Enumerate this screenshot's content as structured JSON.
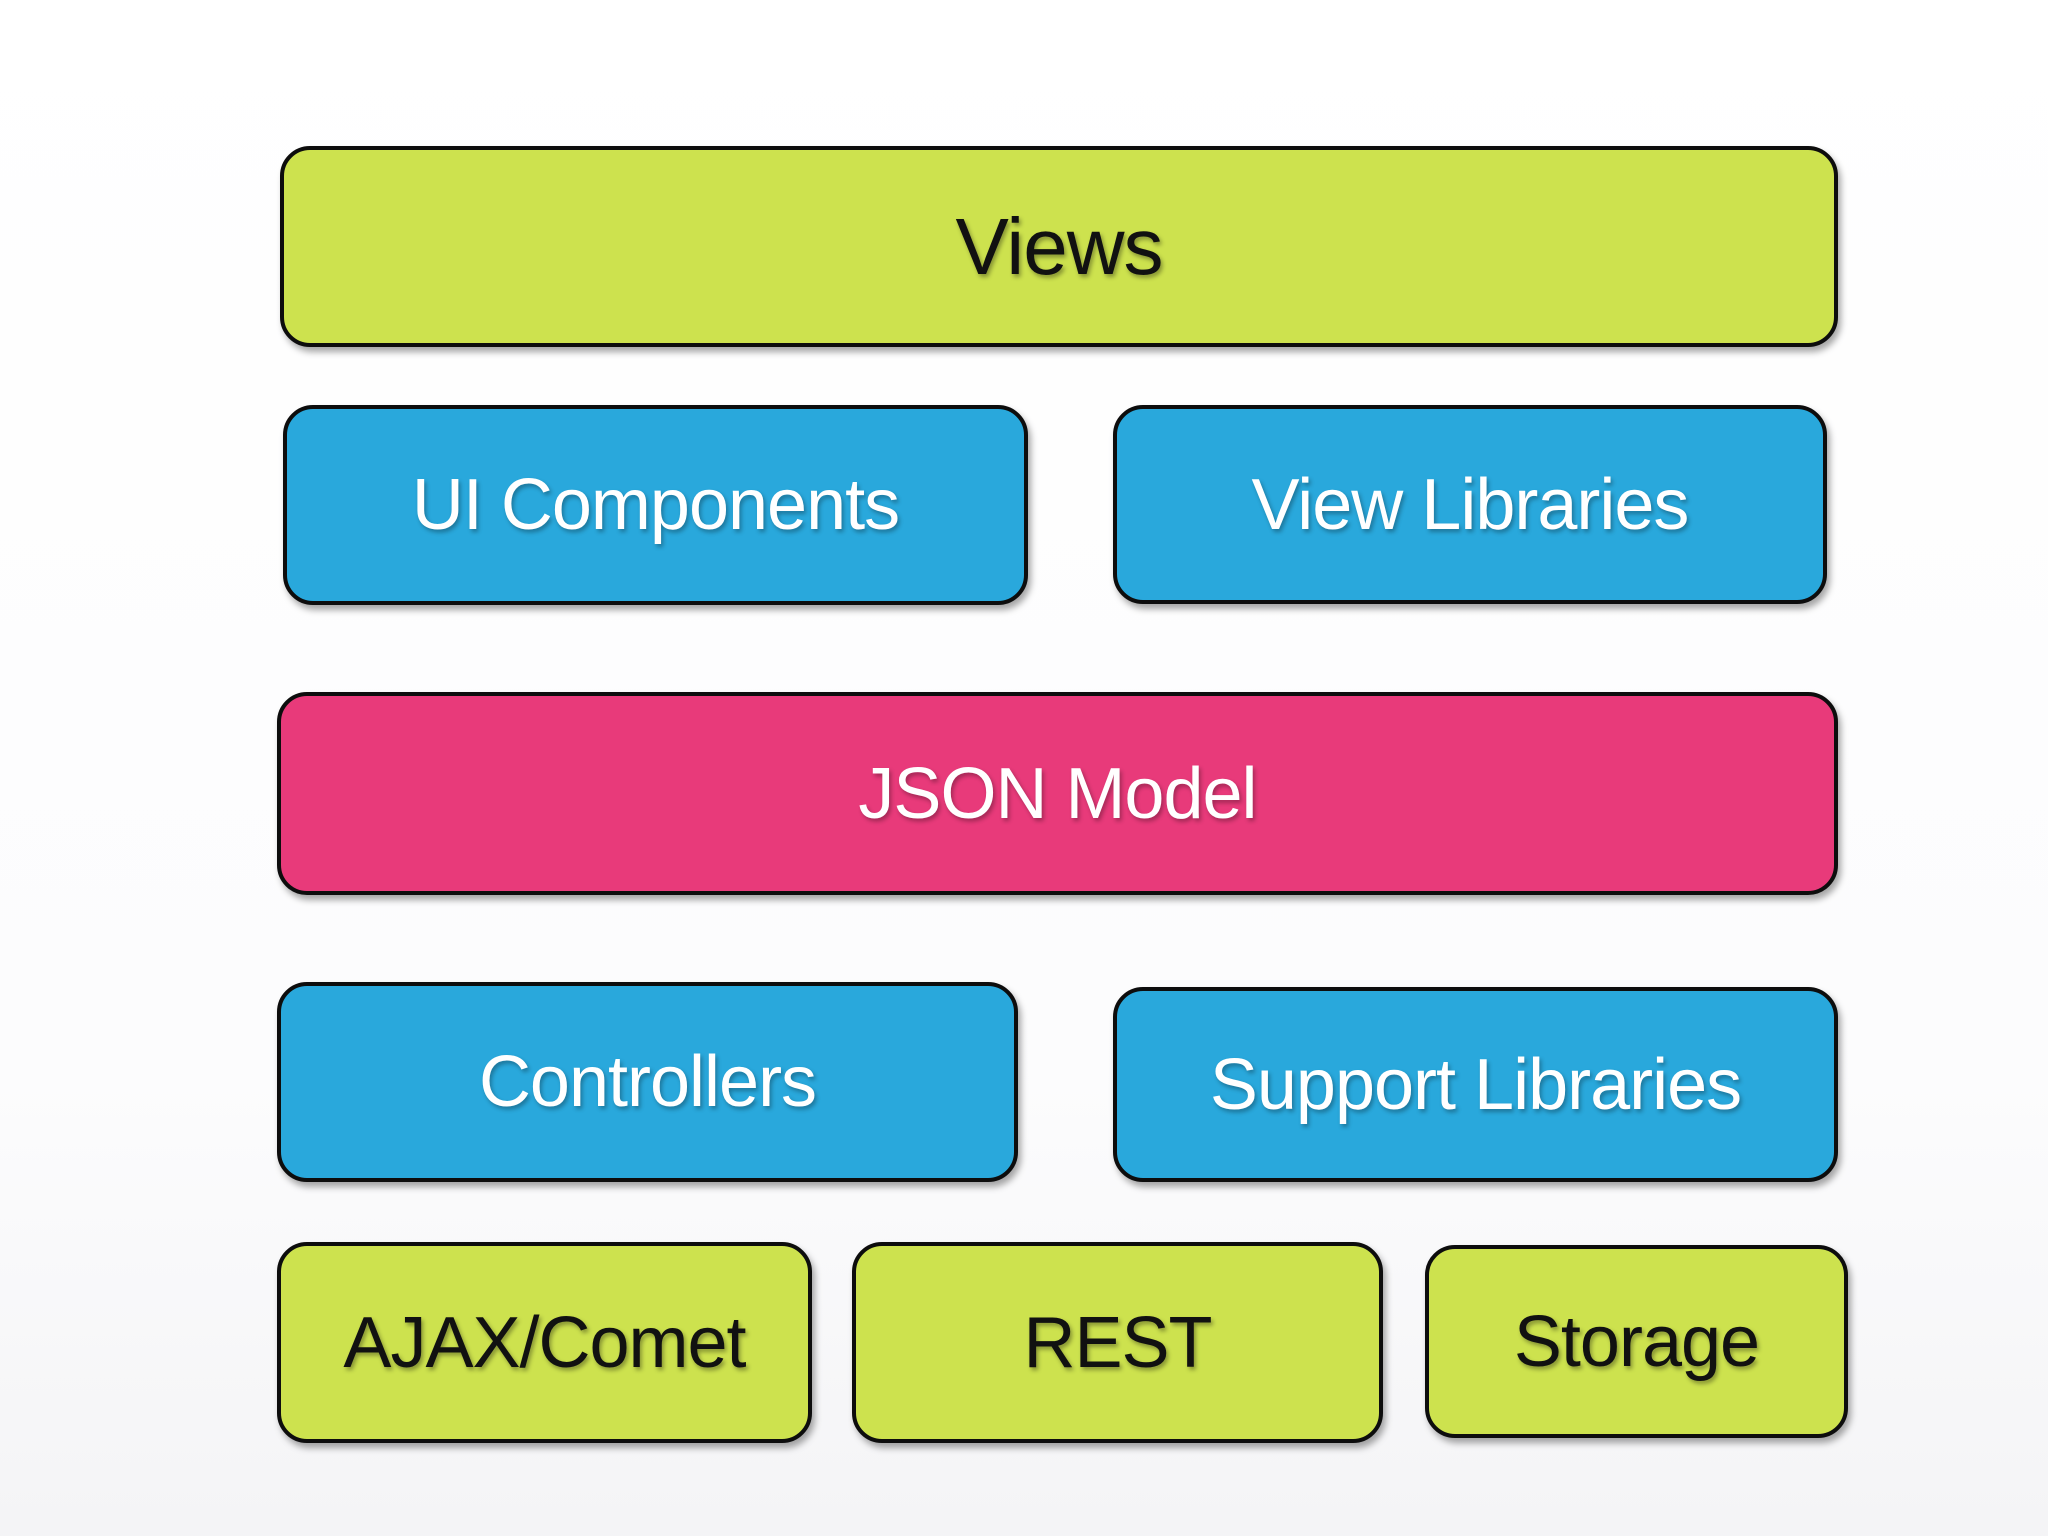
{
  "diagram": {
    "type": "layered-architecture-stack",
    "rows": [
      {
        "boxes": [
          {
            "label": "Views",
            "color": "green"
          }
        ]
      },
      {
        "boxes": [
          {
            "label": "UI Components",
            "color": "blue"
          },
          {
            "label": "View Libraries",
            "color": "blue"
          }
        ]
      },
      {
        "boxes": [
          {
            "label": "JSON Model",
            "color": "pink"
          }
        ]
      },
      {
        "boxes": [
          {
            "label": "Controllers",
            "color": "blue"
          },
          {
            "label": "Support Libraries",
            "color": "blue"
          }
        ]
      },
      {
        "boxes": [
          {
            "label": "AJAX/Comet",
            "color": "green"
          },
          {
            "label": "REST",
            "color": "green"
          },
          {
            "label": "Storage",
            "color": "green"
          }
        ]
      }
    ]
  },
  "colors": {
    "green": "#cde24e",
    "blue": "#29a8dc",
    "pink": "#e83a7a",
    "border": "#0d0d0d",
    "text_dark": "#111111",
    "text_light": "#ffffff"
  }
}
